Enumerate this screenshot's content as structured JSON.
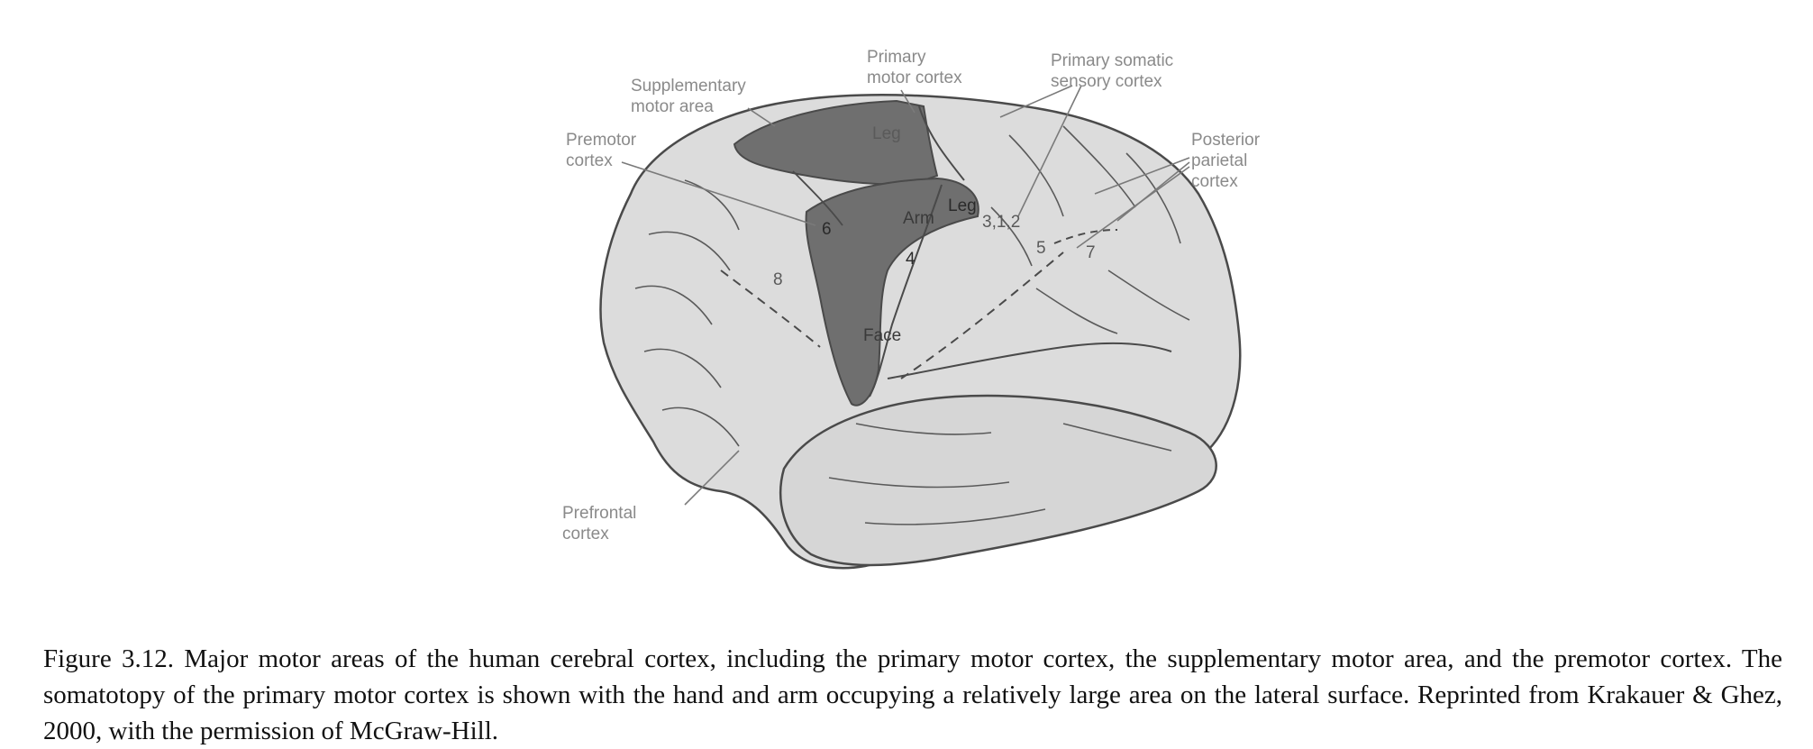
{
  "labels": {
    "supplementary_motor_area": "Supplementary\nmotor area",
    "primary_motor_cortex": "Primary\nmotor cortex",
    "primary_somatic_sensory_cortex": "Primary somatic\nsensory cortex",
    "premotor_cortex": "Premotor\ncortex",
    "posterior_parietal_cortex": "Posterior\nparietal\ncortex",
    "prefrontal_cortex": "Prefrontal\ncortex"
  },
  "regions": {
    "leg_top": "Leg",
    "leg_lateral": "Leg",
    "arm": "Arm",
    "face": "Face",
    "area_6": "6",
    "area_4": "4",
    "area_8": "8",
    "area_312": "3,1,2",
    "area_5": "5",
    "area_7": "7"
  },
  "caption": "Figure 3.12. Major motor areas of the human cerebral cortex, including the primary motor cortex, the supplementary motor area, and the premotor cortex. The somatotopy of the primary motor cortex is shown with the hand and arm occupying a relatively large area on the lateral surface. Reprinted from Krakauer & Ghez, 2000, with the permission of McGraw-Hill.",
  "colors": {
    "brain_fill": "#dcdcdc",
    "motor_fill": "#6f6f6f",
    "outline": "#4a4a4a"
  }
}
